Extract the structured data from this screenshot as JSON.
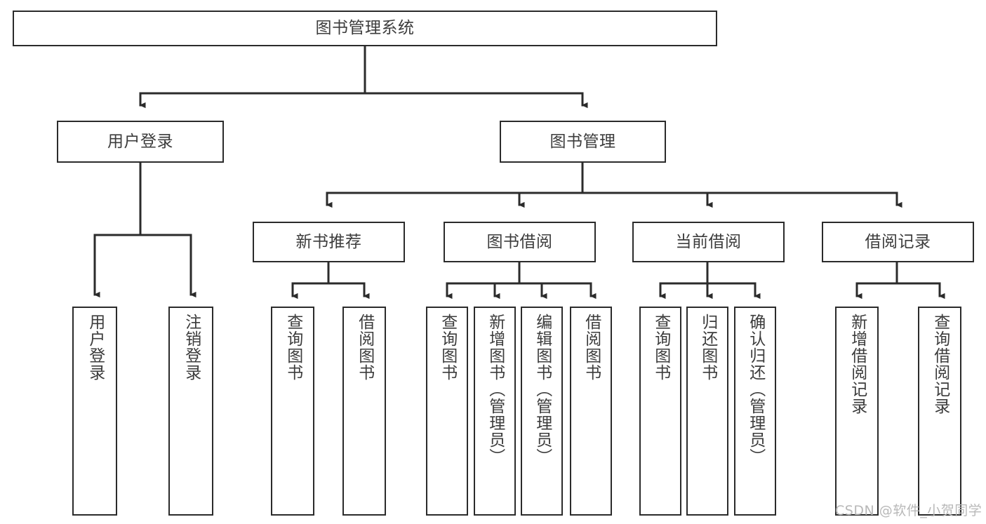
{
  "diagram": {
    "type": "hierarchy-tree",
    "title": "图书管理系统",
    "watermark": "CSDN @软件_小贺同学",
    "colors": {
      "stroke": "#2b2b2b",
      "text": "#3c3c3c",
      "background": "#ffffff",
      "watermark": "#b8b8b8"
    },
    "nodes": {
      "root": {
        "label": "图书管理系统"
      },
      "level2": [
        {
          "label": "用户登录"
        },
        {
          "label": "图书管理"
        }
      ],
      "level3": [
        {
          "label": "新书推荐"
        },
        {
          "label": "图书借阅"
        },
        {
          "label": "当前借阅"
        },
        {
          "label": "借阅记录"
        }
      ],
      "leaves_user_login": [
        {
          "label": "用户登录"
        },
        {
          "label": "注销登录"
        }
      ],
      "leaves_new_book": [
        {
          "label": "查询图书"
        },
        {
          "label": "借阅图书"
        }
      ],
      "leaves_borrow": [
        {
          "label": "查询图书"
        },
        {
          "label": "新增图书（管理员）"
        },
        {
          "label": "编辑图书（管理员）"
        },
        {
          "label": "借阅图书"
        }
      ],
      "leaves_current": [
        {
          "label": "查询图书"
        },
        {
          "label": "归还图书"
        },
        {
          "label": "确认归还（管理员）"
        }
      ],
      "leaves_records": [
        {
          "label": "新增借阅记录"
        },
        {
          "label": "查询借阅记录"
        }
      ]
    }
  }
}
